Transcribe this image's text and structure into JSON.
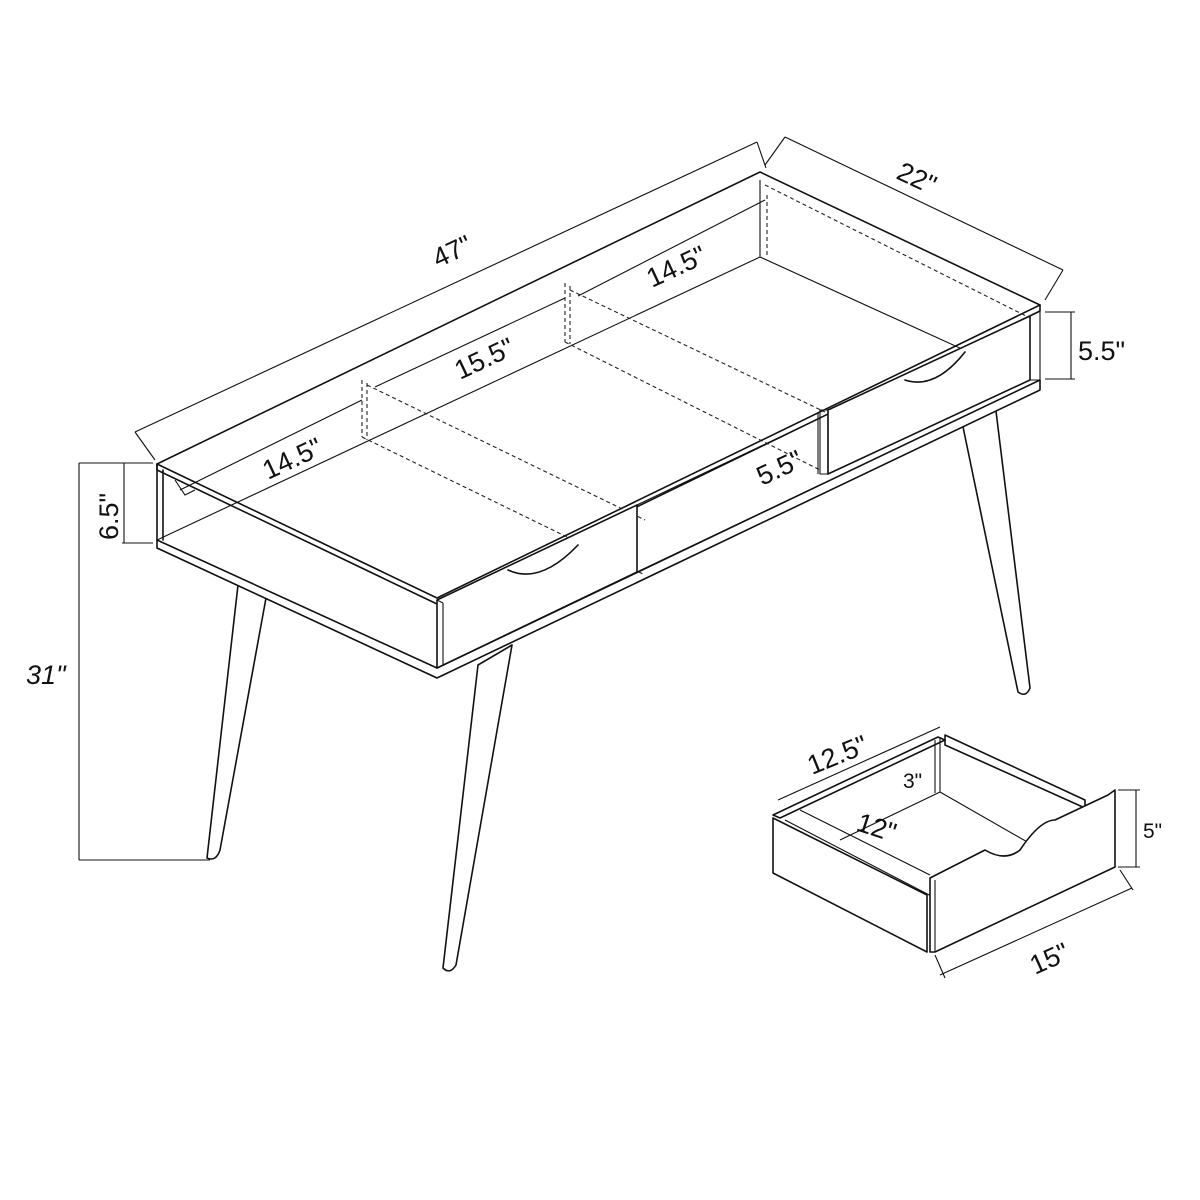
{
  "diagram": {
    "subject": "Desk with two drawers and tapered legs",
    "desk": {
      "labels": {
        "overall_width": "47\"",
        "depth": "22\"",
        "height": "31\"",
        "left_section_height": "6.5\"",
        "right_section_height": "5.5\"",
        "drawer_opening_height": "5.5\"",
        "left_compartment_width": "14.5\"",
        "middle_compartment_width": "15.5\"",
        "right_compartment_width": "14.5\""
      }
    },
    "drawer": {
      "labels": {
        "length": "12.5\"",
        "inner_width": "12\"",
        "inner_depth": "3\"",
        "front_height": "5\"",
        "front_width": "15\""
      }
    }
  }
}
